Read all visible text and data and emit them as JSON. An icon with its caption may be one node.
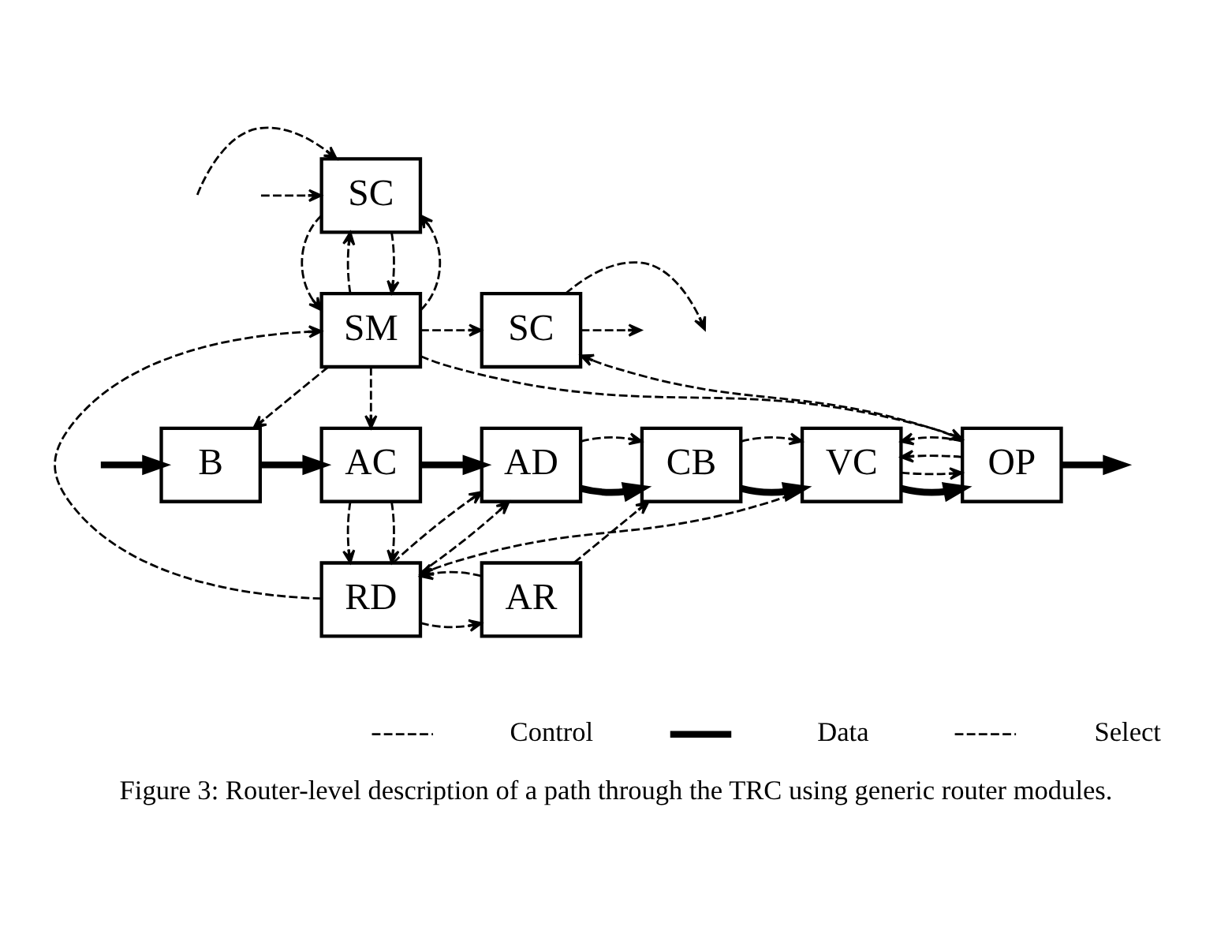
{
  "diagram": {
    "caption": "Figure 3: Router-level description of a path through the TRC using generic router modules.",
    "nodes": [
      {
        "text": [
          "SC"
        ]
      },
      {
        "text": [
          "SM"
        ]
      },
      {
        "text": [
          "B"
        ]
      },
      {
        "text": [
          "AC"
        ]
      },
      {
        "text": [
          "AD"
        ]
      },
      {
        "text": [
          "CB"
        ]
      },
      {
        "text": [
          "VC"
        ]
      },
      {
        "text": [
          "OP"
        ]
      },
      {
        "text": [
          "RD"
        ]
      },
      {
        "text": [
          "AR"
        ]
      },
      {
        "text": [
          "SC"
        ]
      }
    ],
    "edges": [
      {
        "from": null,
        "to": 0,
        "arrow": "to",
        "style": "dashed"
      },
      {
        "from": null,
        "to": 0,
        "arrow": "to",
        "style": "dashed"
      },
      {
        "from": 0,
        "to": 1,
        "arrow": "to",
        "style": "dashed"
      },
      {
        "from": 1,
        "to": 0,
        "arrow": "to",
        "style": "dashed"
      },
      {
        "from": 0,
        "to": 1,
        "arrow": "to",
        "style": "dashed"
      },
      {
        "from": 1,
        "to": 0,
        "arrow": "to",
        "style": "dashed"
      },
      {
        "from": 1,
        "to": 10,
        "arrow": "to",
        "style": "dashed"
      },
      {
        "from": 1,
        "to": 7,
        "arrow": "to",
        "style": "dashed"
      },
      {
        "from": 8,
        "to": 1,
        "arrow": "to",
        "style": "dashed"
      },
      {
        "from": 1,
        "to": 2,
        "arrow": "to",
        "style": "dashed"
      },
      {
        "from": 1,
        "to": 3,
        "arrow": "to",
        "style": "dashed"
      },
      {
        "from": null,
        "to": 2,
        "arrow": "to",
        "style": "thick"
      },
      {
        "from": 2,
        "to": 3,
        "arrow": "to",
        "style": "thick"
      },
      {
        "from": 3,
        "to": 4,
        "arrow": "to",
        "style": "thick"
      },
      {
        "from": 4,
        "to": 5,
        "arrow": "to",
        "style": "thick"
      },
      {
        "from": 5,
        "to": 6,
        "arrow": "to",
        "style": "thick"
      },
      {
        "from": 6,
        "to": 7,
        "arrow": "to",
        "style": "thick"
      },
      {
        "from": 7,
        "to": null,
        "arrow": "to",
        "style": "thick"
      },
      {
        "from": 3,
        "to": 8,
        "arrow": "to",
        "style": "dashed"
      },
      {
        "from": 3,
        "to": 8,
        "arrow": "to",
        "style": "dashed"
      },
      {
        "from": 8,
        "to": 4,
        "arrow": "to",
        "style": "dashed"
      },
      {
        "from": 8,
        "to": 4,
        "arrow": "to",
        "style": "dashed"
      },
      {
        "from": 4,
        "to": 5,
        "arrow": "to",
        "style": "dashed"
      },
      {
        "from": 5,
        "to": 6,
        "arrow": "to",
        "style": "dashed"
      },
      {
        "from": 8,
        "to": 9,
        "arrow": "to",
        "style": "dashed"
      },
      {
        "from": 9,
        "to": 8,
        "arrow": "to",
        "style": "dashed"
      },
      {
        "from": 9,
        "to": 5,
        "arrow": "to",
        "style": "dashed"
      },
      {
        "from": 6,
        "to": 8,
        "arrow": "to",
        "style": "dashed"
      },
      {
        "from": 6,
        "to": 7,
        "arrow": "to",
        "style": "dashed"
      },
      {
        "from": 7,
        "to": 6,
        "arrow": "to",
        "style": "dashed"
      },
      {
        "from": 7,
        "to": 6,
        "arrow": "to",
        "style": "dashed"
      },
      {
        "from": 7,
        "to": 10,
        "arrow": "to",
        "style": "dashed"
      },
      {
        "from": 10,
        "to": null,
        "arrow": "to",
        "style": "dashed"
      },
      {
        "from": 10,
        "to": null,
        "arrow": "to",
        "style": "dashed"
      }
    ],
    "legend": [
      {
        "text": "Control"
      },
      {
        "text": "Data"
      },
      {
        "text": "Select"
      }
    ]
  }
}
